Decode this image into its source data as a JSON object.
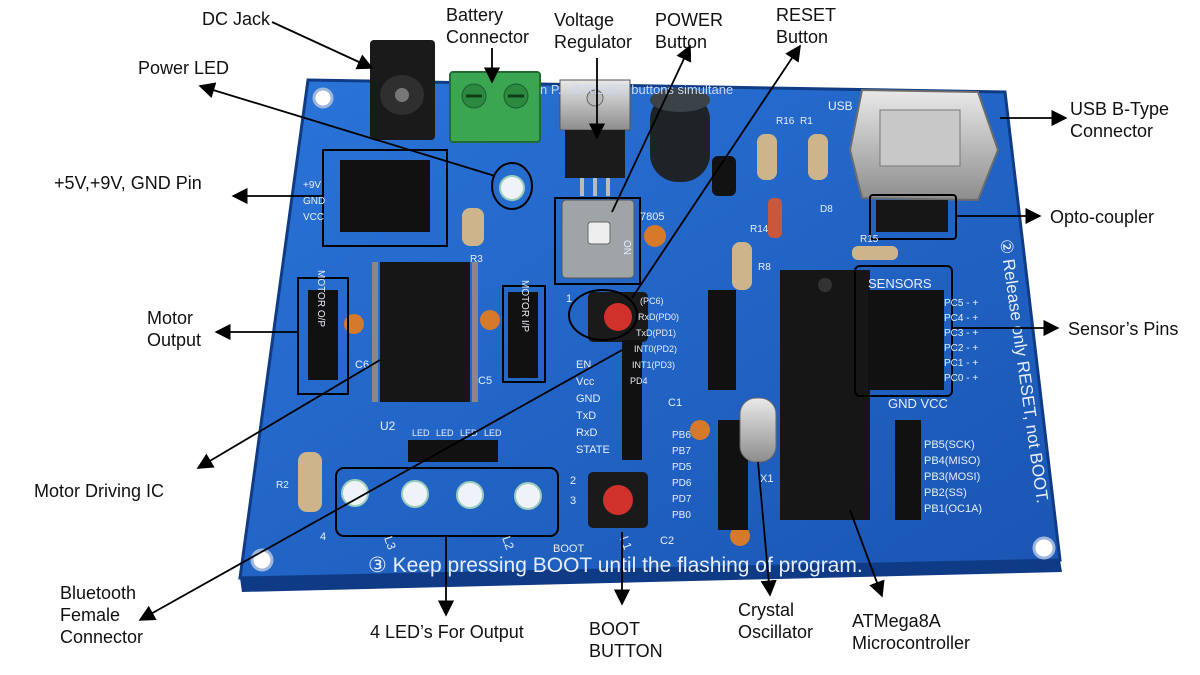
{
  "callouts": {
    "dc_jack": "DC Jack",
    "battery_connector": "Battery\nConnector",
    "voltage_regulator": "Voltage\nRegulator",
    "power_button": "POWER\nButton",
    "reset_button": "RESET\nButton",
    "usb_connector": "USB B-Type\nConnector",
    "power_led": "Power LED",
    "power_pins": "+5V,+9V, GND Pin",
    "opto_coupler": "Opto-coupler",
    "motor_output": "Motor\nOutput",
    "sensor_pins": "Sensor’s Pins",
    "motor_ic": "Motor Driving IC",
    "bluetooth_connector": "Bluetooth\nFemale\nConnector",
    "output_leds": "4 LED’s For Output",
    "boot_button": "BOOT\nBUTTON",
    "crystal": "Crystal\nOscillator",
    "microcontroller": "ATMega8A\nMicrocontroller"
  },
  "board_text": {
    "footer_instruction": "③ Keep pressing BOOT until the flashing of program.",
    "side_instruction": "② Release only RESET, not BOOT.",
    "top_instruction": "n P... & RESET buttons simultane",
    "bt_pins": [
      "EN",
      "Vcc",
      "GND",
      "TxD",
      "RxD",
      "STATE"
    ],
    "port_b_left": [
      "PB6",
      "PB7",
      "PD5",
      "PD6",
      "PD7",
      "PB0"
    ],
    "port_b_right": [
      "PB5(SCK)",
      "PB4(MISO)",
      "PB3(MOSI)",
      "PB2(SS)",
      "PB1(OC1A)"
    ],
    "port_d": [
      "(PC6)",
      "RxD(PD0)",
      "TxD(PD1)",
      "INT0(PD2)",
      "INT1(PD3)",
      "PD4"
    ],
    "sensors_label": "SENSORS",
    "sensor_rows": [
      "PC5 - +",
      "PC4 - +",
      "PC3 - +",
      "PC2 - +",
      "PC1 - +",
      "PC0 - +"
    ],
    "power_pin_labels": [
      "+9V",
      "GND",
      "VCC"
    ],
    "motor_op": "MOTOR O/P",
    "motor_ip": "MOTOR I/P",
    "led_labels": [
      "L3",
      "L2",
      "L1"
    ],
    "led_header": [
      "LED",
      "LED",
      "LED",
      "LED"
    ],
    "u2": "U2",
    "cap_labels": [
      "C6",
      "C5",
      "C1",
      "C2"
    ],
    "res_labels": [
      "R3",
      "R2",
      "R16",
      "R1",
      "R14",
      "R15",
      "R8"
    ],
    "diode_labels": [
      "D8"
    ],
    "reg_label": "7805",
    "on_label": "ON",
    "usb_label": "USB",
    "gnd_vcc": "GND VCC",
    "boot_label": "BOOT",
    "step_labels": [
      "1",
      "2",
      "3"
    ],
    "x1": "X1",
    "d4": "4"
  },
  "colors": {
    "pcb": "#1f63c9",
    "pcb_dark": "#154ea3",
    "silk": "#e8eef8",
    "callout_line": "#000000",
    "terminal_green": "#3aa651",
    "button_red": "#d0322b"
  }
}
